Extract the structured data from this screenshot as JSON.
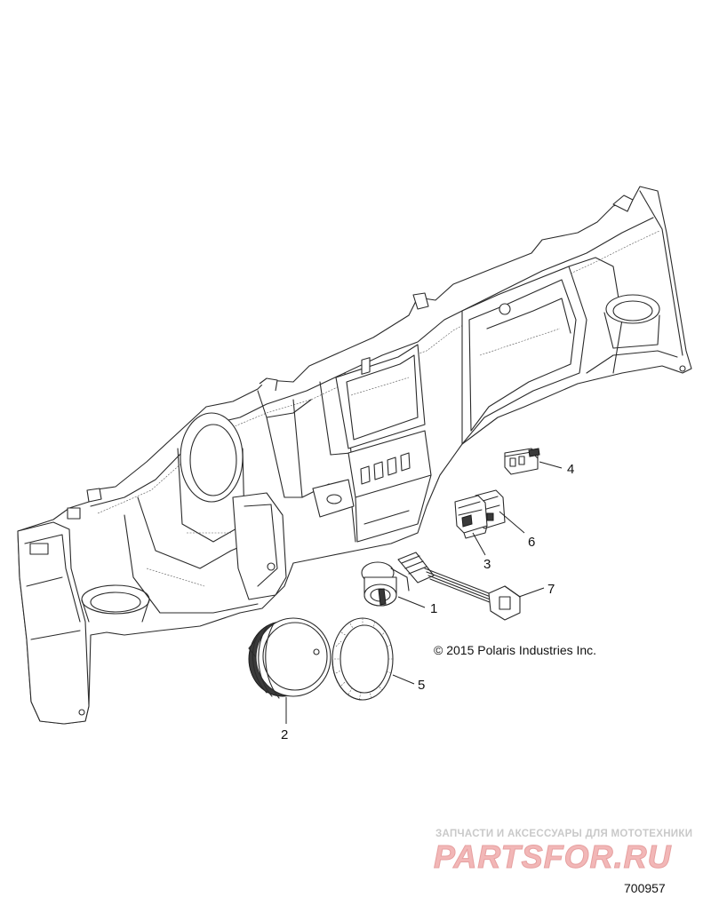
{
  "callouts": [
    {
      "label": "1",
      "part": "ignition-switch"
    },
    {
      "label": "2",
      "part": "gauge"
    },
    {
      "label": "3",
      "part": "rocker-switch"
    },
    {
      "label": "4",
      "part": "power-outlet"
    },
    {
      "label": "5",
      "part": "gauge-bezel-ring"
    },
    {
      "label": "6",
      "part": "switch-housing"
    },
    {
      "label": "7",
      "part": "wiring-harness"
    }
  ],
  "copyright": "© 2015 Polaris Industries Inc.",
  "watermark": {
    "tagline": "ЗАПЧАСТИ И АКСЕССУАРЫ ДЛЯ МОТОТЕХНИКИ",
    "logo": "PARTSFOR.RU"
  },
  "document_number": "700957"
}
